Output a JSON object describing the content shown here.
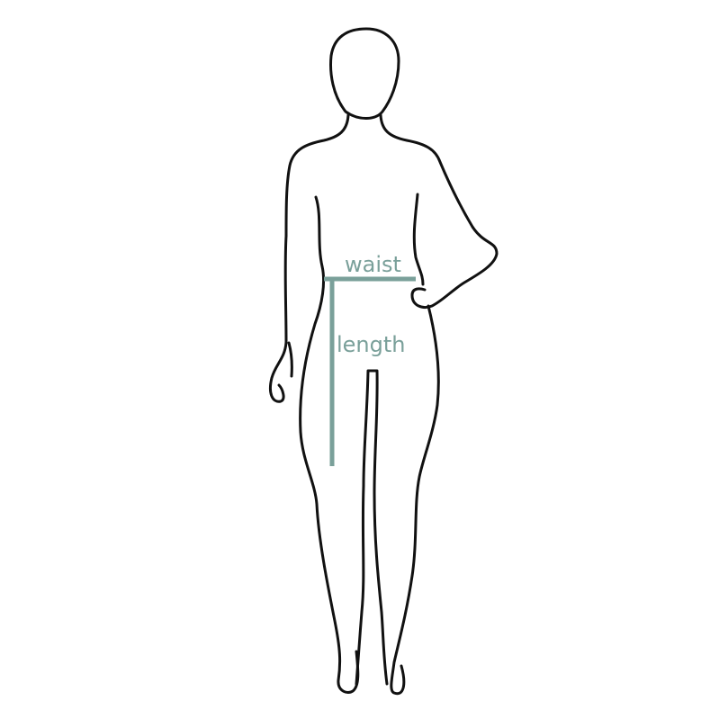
{
  "diagram": {
    "measurements": [
      {
        "id": "waist",
        "label": "waist"
      },
      {
        "id": "length",
        "label": "length"
      }
    ],
    "colors": {
      "outline": "#111111",
      "measure": "#7aa09a",
      "background": "#ffffff"
    }
  }
}
